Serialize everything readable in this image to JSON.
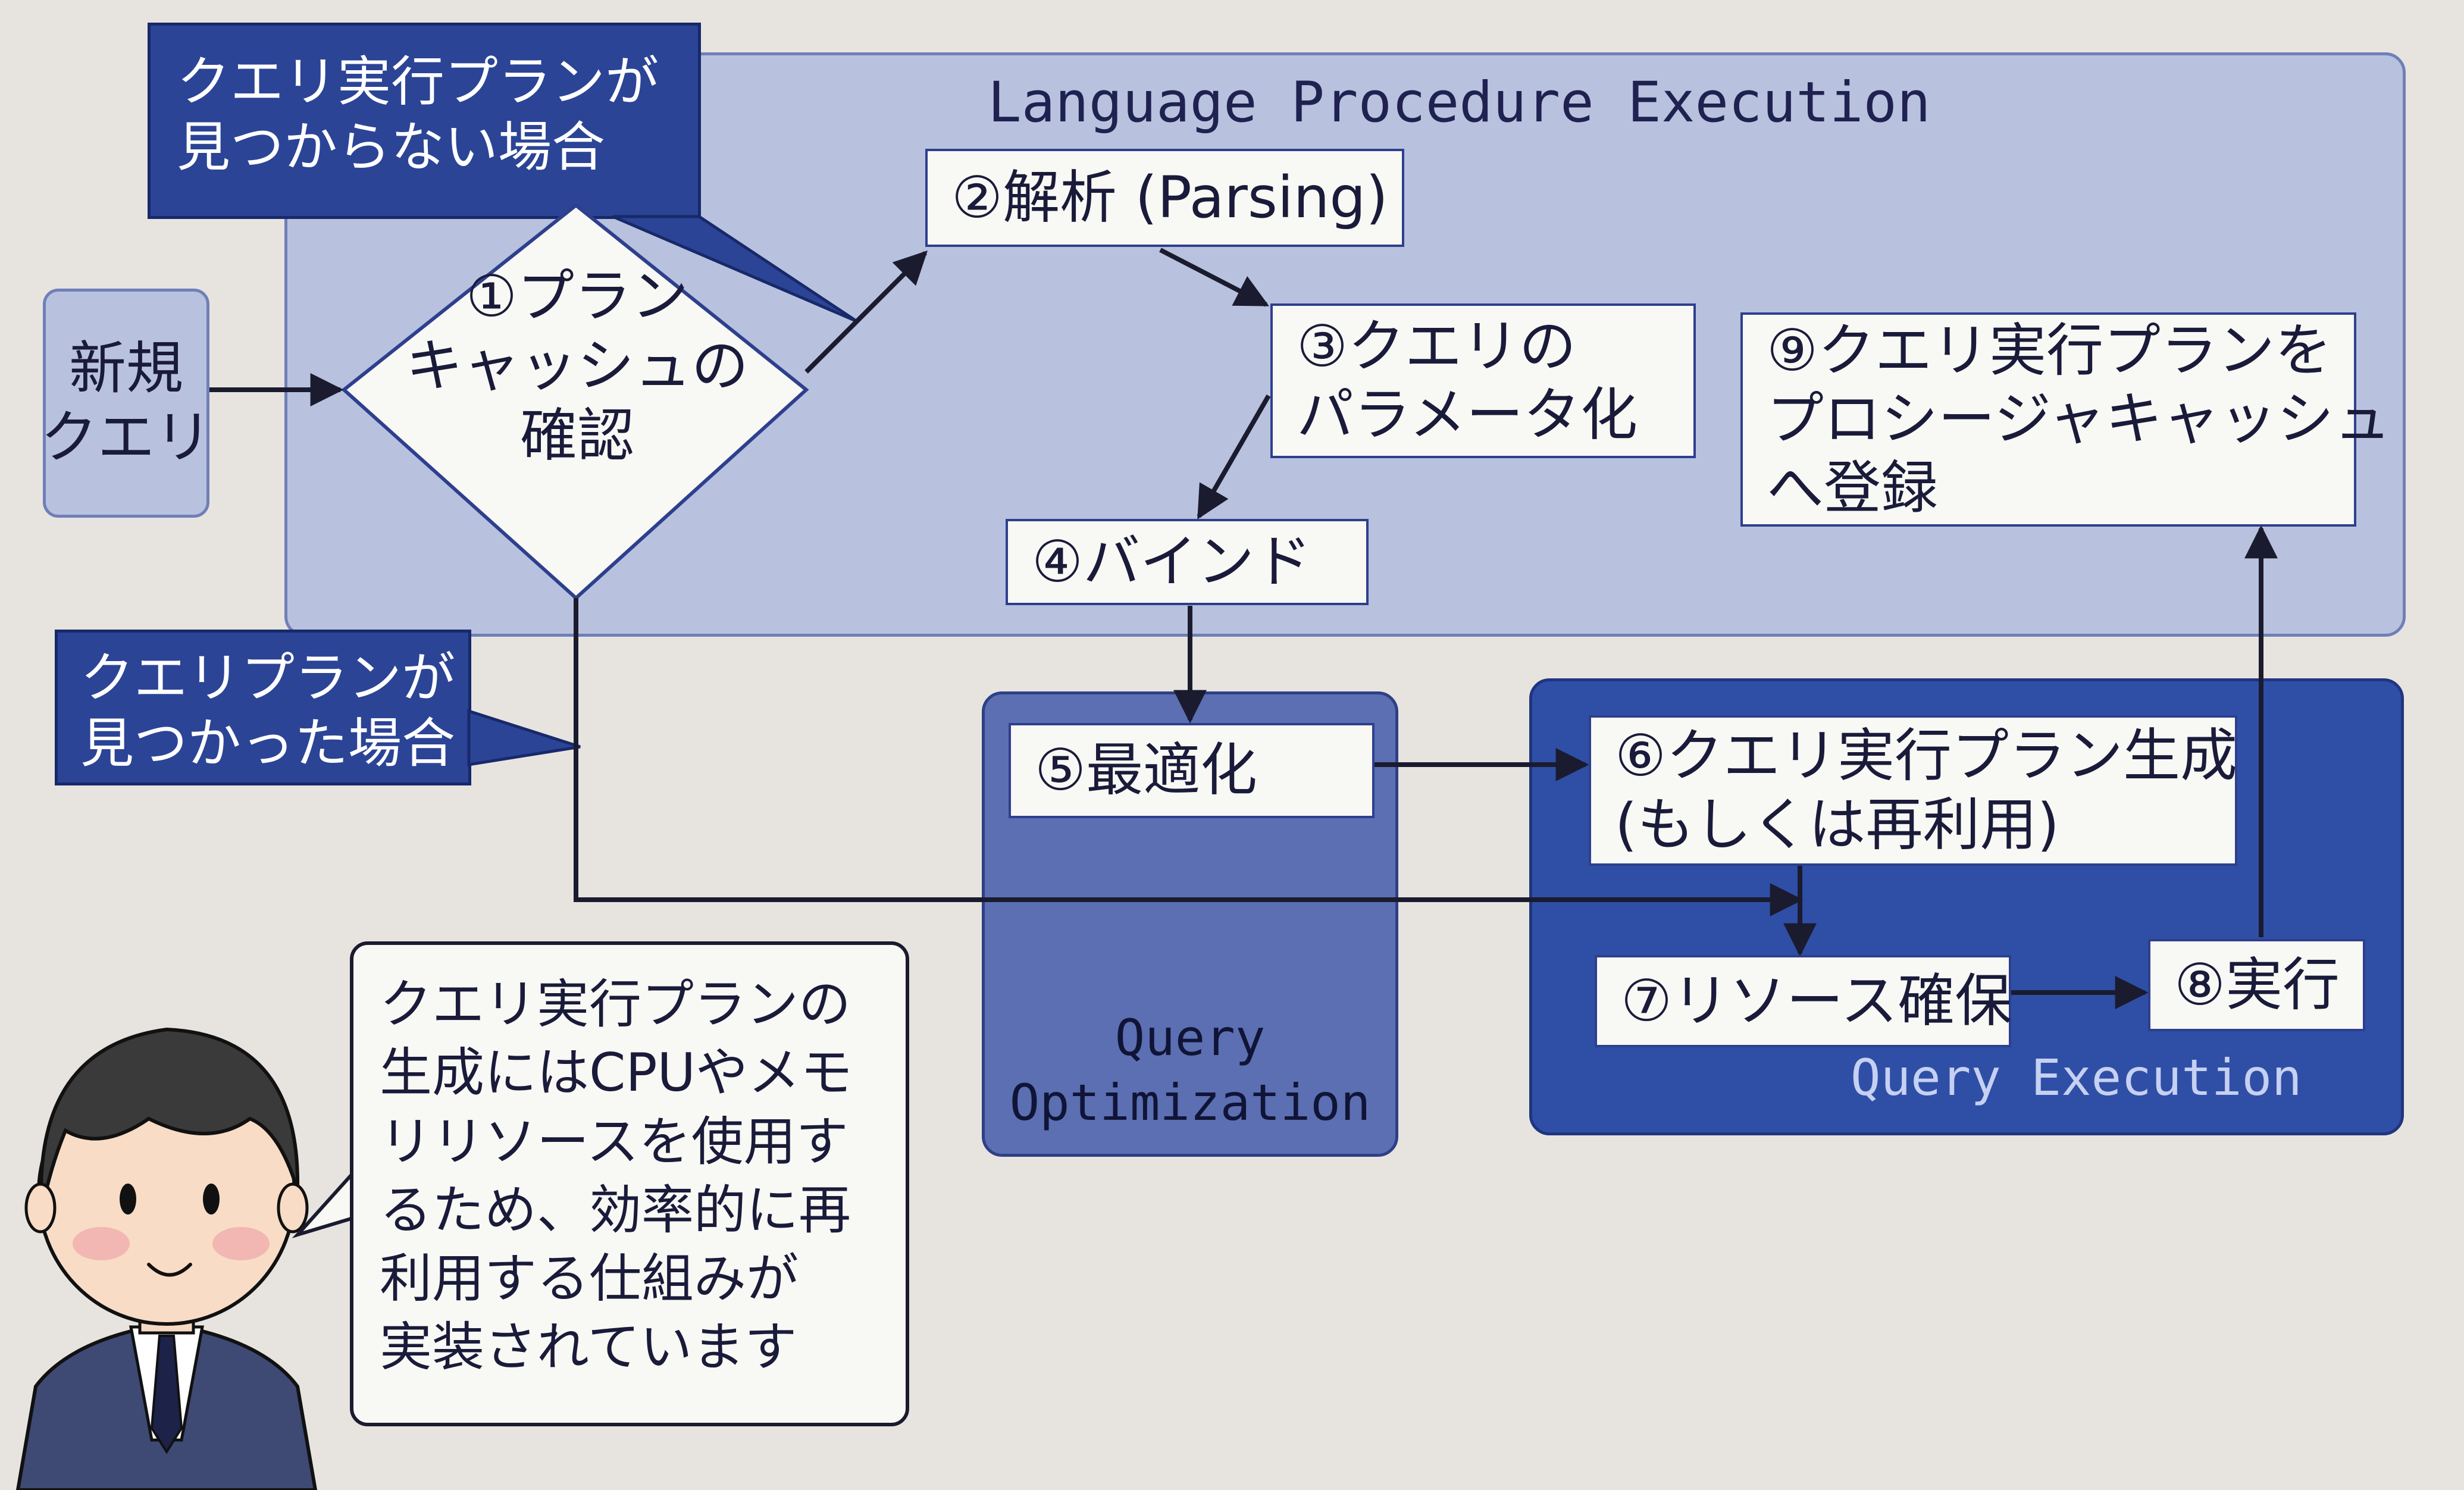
{
  "colors": {
    "paper": "#e7e4df",
    "procedure_region": "#b8c2de",
    "optimization_region": "#5b6fb2",
    "execution_region": "#2f4fa6",
    "callout": "#2b4496",
    "box_fill": "#f8f8f4",
    "arrow": "#1b1b2f"
  },
  "regions": {
    "procedure_title": "Language Procedure Execution",
    "optimization_title_line1": "Query",
    "optimization_title_line2": "Optimization",
    "execution_title": "Query Execution"
  },
  "callouts": {
    "not_found_line1": "クエリ実行プランが",
    "not_found_line2": "見つからない場合",
    "found_line1": "クエリプランが",
    "found_line2": "見つかった場合"
  },
  "new_query": {
    "line1": "新規",
    "line2": "クエリ"
  },
  "steps": {
    "s1_line1": "①プラン",
    "s1_line2": "キャッシュの",
    "s1_line3": "確認",
    "s2": "②解析 (Parsing)",
    "s3_line1": "③クエリの",
    "s3_line2": "パラメータ化",
    "s4": "④バインド",
    "s5": "⑤最適化",
    "s6_line1": "⑥クエリ実行プラン生成",
    "s6_line2": "(もしくは再利用)",
    "s7": "⑦リソース確保",
    "s8": "⑧実行",
    "s9_line1": "⑨クエリ実行プランを",
    "s9_line2": "プロシージャキャッシュ",
    "s9_line3": "へ登録"
  },
  "note": {
    "line1": "クエリ実行プランの",
    "line2": "生成にはCPUやメモ",
    "line3": "リリソースを使用す",
    "line4": "るため、効率的に再",
    "line5": "利用する仕組みが",
    "line6": "実装されています"
  }
}
